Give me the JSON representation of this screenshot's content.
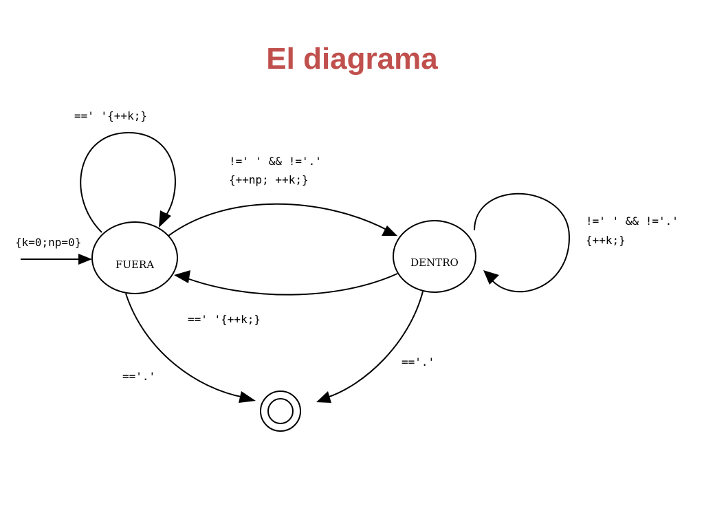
{
  "title": "El diagrama",
  "colors": {
    "title": "#c0504d",
    "ink": "#000000",
    "background": "#ffffff"
  },
  "states": {
    "fuera": "FUERA",
    "dentro": "DENTRO"
  },
  "transitions": {
    "fuera_loop": "==' '{++k;}",
    "fuera_to_dentro_line1": "!=' ' && !='.'",
    "fuera_to_dentro_line2": "{++np; ++k;}",
    "dentro_to_fuera": "==' '{++k;}",
    "dentro_loop_line1": "!=' ' && !='.'",
    "dentro_loop_line2": "{++k;}",
    "initial": "{k=0;np=0}",
    "fuera_to_final": "=='.'",
    "dentro_to_final": "=='.'"
  }
}
